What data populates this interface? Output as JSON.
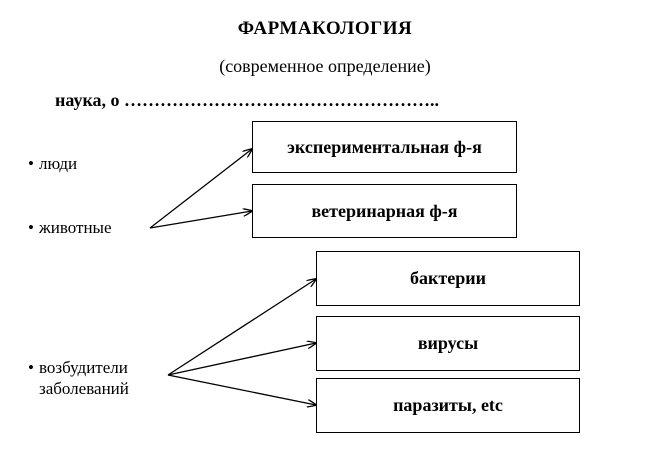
{
  "header": {
    "title": "ФАРМАКОЛОГИЯ",
    "subtitle": "(современное определение)",
    "definition": "наука, о …………………………………………….."
  },
  "bullets": {
    "people": "люди",
    "animals": "животные",
    "pathogens_line1": "возбудители",
    "pathogens_line2": "заболеваний",
    "bullet_char": "•"
  },
  "boxes": {
    "experimental": "экспериментальная ф-я",
    "veterinary": "ветеринарная ф-я",
    "bacteria": "бактерии",
    "viruses": "вирусы",
    "parasites": "паразиты, etc"
  }
}
